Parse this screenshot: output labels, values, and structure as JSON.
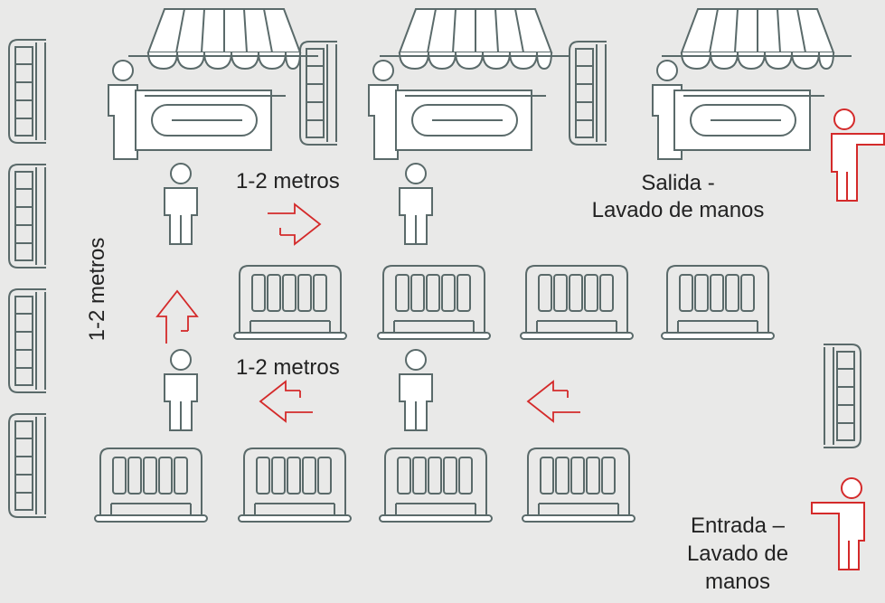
{
  "labels": {
    "distance_horizontal_top": "1-2 metros",
    "distance_horizontal_mid": "1-2 metros",
    "distance_vertical": "1-2 metros",
    "exit_line1": "Salida -",
    "exit_line2": "Lavado de manos",
    "entry_line1": "Entrada –",
    "entry_line2": "Lavado de",
    "entry_line3": "manos"
  },
  "colors": {
    "background": "#e9e9e8",
    "line": "#5a6a6a",
    "accent": "#d42a2a",
    "fill": "#ffffff",
    "text": "#222222"
  },
  "icons": [
    "market-stall-icon",
    "vendor-icon",
    "shopper-icon",
    "barrier-icon",
    "direction-arrow-icon",
    "attendant-pointing-icon"
  ]
}
